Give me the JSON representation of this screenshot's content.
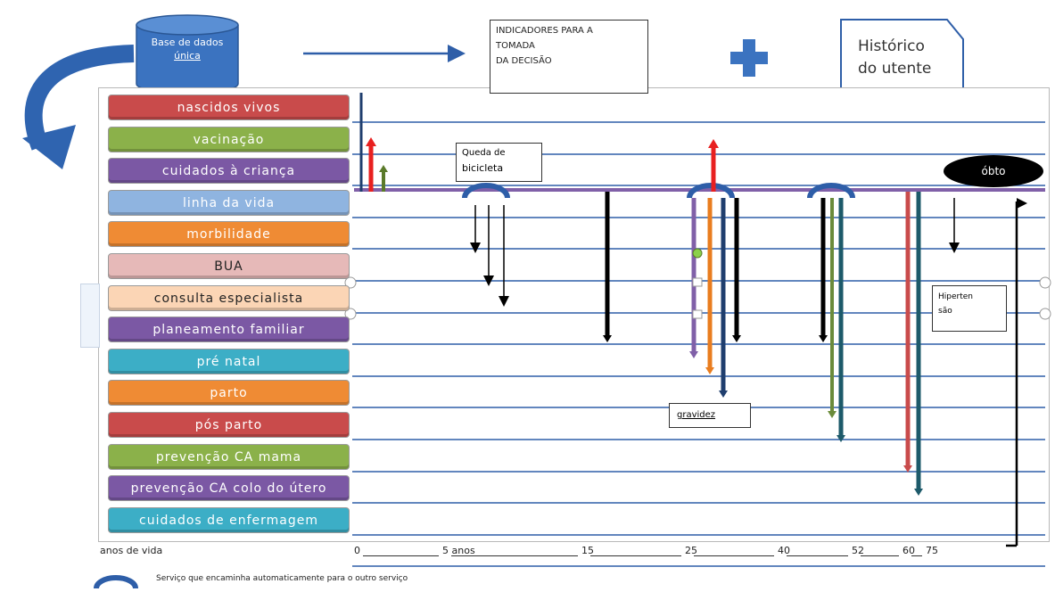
{
  "header": {
    "database_label": [
      "Base de dados",
      "única"
    ],
    "indicators_box": [
      "INDICADORES PARA A",
      "TOMADA",
      "DA DECISÃO"
    ],
    "history_box": [
      "Histórico",
      "do utente"
    ]
  },
  "rows": [
    {
      "label": "nascidos vivos",
      "color": "#c94b4b"
    },
    {
      "label": "vacinação",
      "color": "#8bb14a"
    },
    {
      "label": "cuidados à criança",
      "color": "#7b58a4"
    },
    {
      "label": "linha da vida",
      "color": "#8fb4e0"
    },
    {
      "label": "morbilidade",
      "color": "#ef8b34"
    },
    {
      "label": "BUA",
      "color": "#e6b9b8"
    },
    {
      "label": "consulta especialista",
      "color": "#fbd5b5"
    },
    {
      "label": "planeamento familiar",
      "color": "#7b58a4"
    },
    {
      "label": "pré natal",
      "color": "#3caec6"
    },
    {
      "label": "parto",
      "color": "#ef8b34"
    },
    {
      "label": "pós parto",
      "color": "#c94b4b"
    },
    {
      "label": "prevenção CA mama",
      "color": "#8bb14a"
    },
    {
      "label": "prevenção CA colo do útero",
      "color": "#7b58a4"
    },
    {
      "label": "cuidados de enfermagem",
      "color": "#3caec6"
    }
  ],
  "annotations": {
    "queda": [
      "Queda de",
      "bicicleta"
    ],
    "obito": "óbto",
    "hipertensao": [
      "Hiperten",
      "são"
    ],
    "gravidez": "gravidez"
  },
  "axis": {
    "title": "anos de vida",
    "ticks": [
      "0",
      "5 anos",
      "15",
      "25",
      "40",
      "52",
      "60",
      "75"
    ]
  },
  "legend": {
    "text": "Serviço que encaminha automaticamente para o outro serviço"
  },
  "colors": {
    "line_blue": "#2e5ea8",
    "cylinder": "#3b73c0",
    "plus": "#3b73c0",
    "arrow_red": "#e82020",
    "arrow_green": "#5a7a2a",
    "arrow_orange": "#e97d1f",
    "arrow_navy": "#1f3e6e",
    "arrow_purple": "#8060a8",
    "arrow_teal": "#1d5a6a",
    "arrow_olive": "#6b8b3a"
  }
}
